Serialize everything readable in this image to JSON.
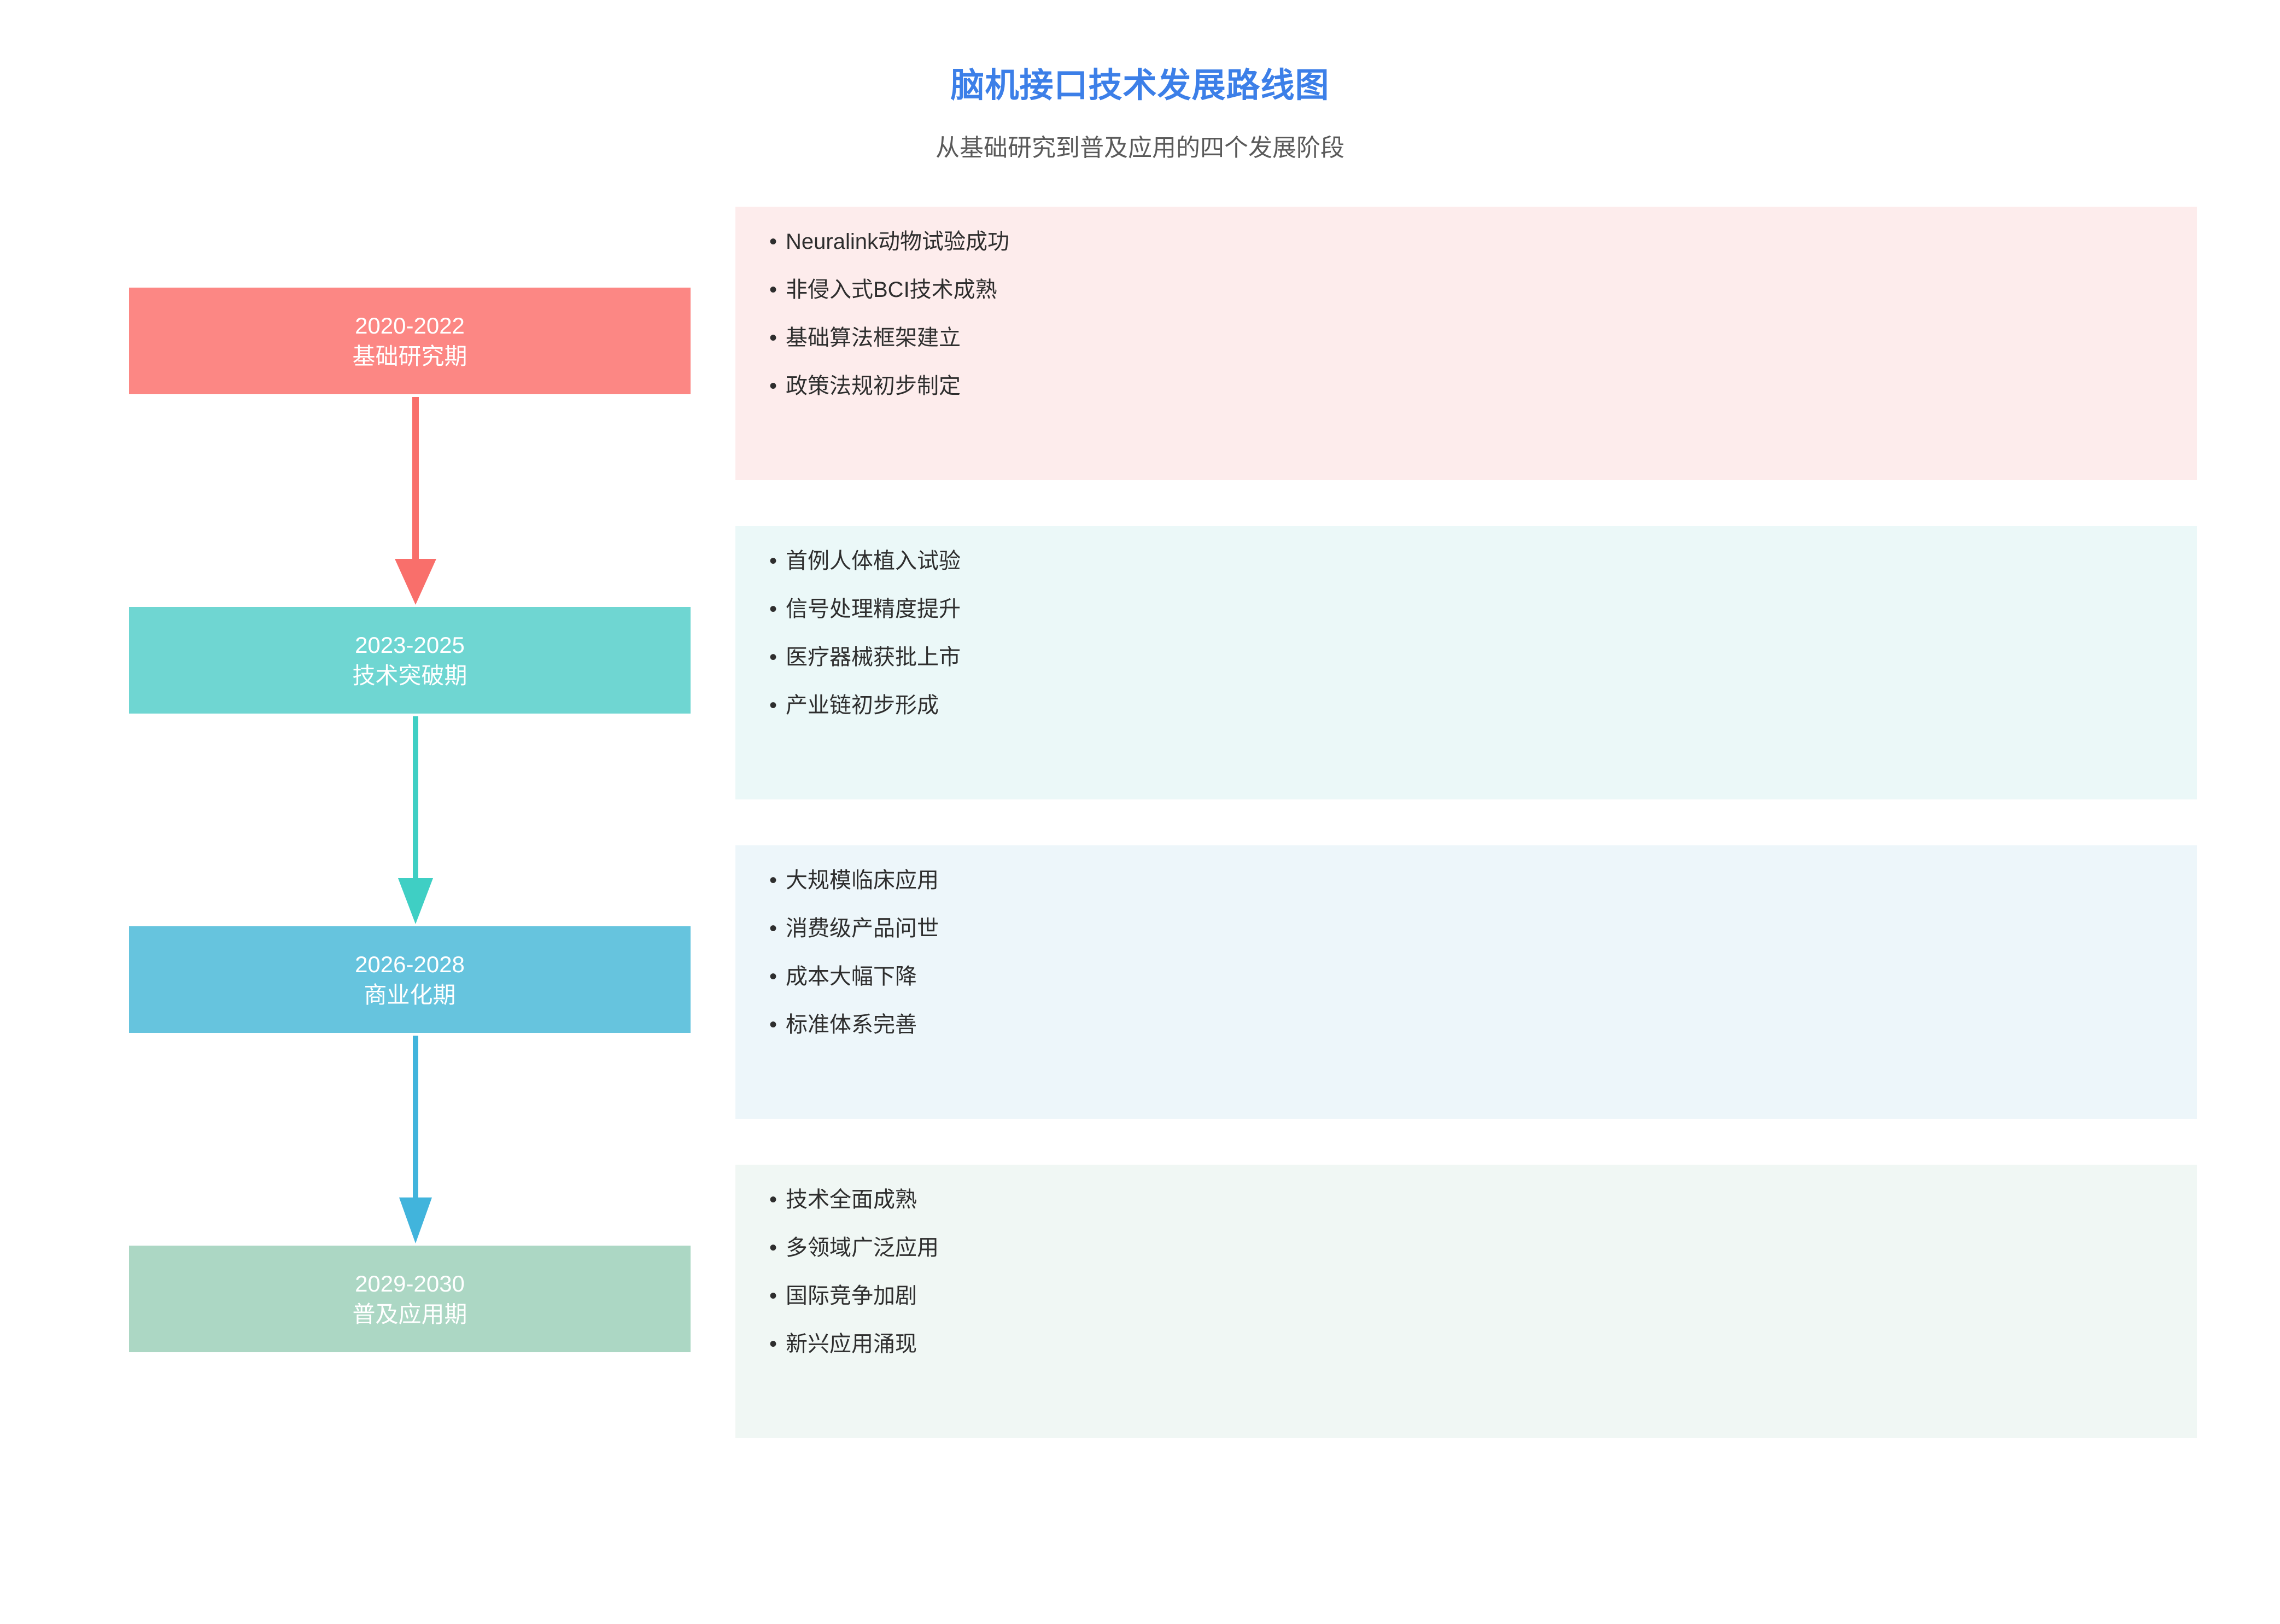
{
  "header": {
    "title": "脑机接口技术发展路线图",
    "subtitle": "从基础研究到普及应用的四个发展阶段",
    "title_color": "#3C7FE8",
    "subtitle_color": "#5A5A5A"
  },
  "chart_data": {
    "type": "timeline",
    "title": "脑机接口技术发展路线图",
    "subtitle": "从基础研究到普及应用的四个发展阶段",
    "orientation": "vertical",
    "stage_count": 4,
    "stages": [
      {
        "period": "2020-2022",
        "name": "基础研究期",
        "box_color": "#FC8784",
        "panel_color": "#FDECEC",
        "arrow_color": "#F96F6B",
        "items": [
          "Neuralink动物试验成功",
          "非侵入式BCI技术成熟",
          "基础算法框架建立",
          "政策法规初步制定"
        ]
      },
      {
        "period": "2023-2025",
        "name": "技术突破期",
        "box_color": "#6FD6D2",
        "panel_color": "#EBF8F8",
        "arrow_color": "#3FCFC4",
        "items": [
          "首例人体植入试验",
          "信号处理精度提升",
          "医疗器械获批上市",
          "产业链初步形成"
        ]
      },
      {
        "period": "2026-2028",
        "name": "商业化期",
        "box_color": "#66C4DE",
        "panel_color": "#EDF6FA",
        "arrow_color": "#41B4DC",
        "items": [
          "大规模临床应用",
          "消费级产品问世",
          "成本大幅下降",
          "标准体系完善"
        ]
      },
      {
        "period": "2029-2030",
        "name": "普及应用期",
        "box_color": "#ACD7C4",
        "panel_color": "#F0F7F4",
        "arrow_color": "#41B4DC",
        "items": [
          "技术全面成熟",
          "多领域广泛应用",
          "国际竞争加剧",
          "新兴应用涌现"
        ]
      }
    ],
    "bullet_glyph": "•"
  }
}
